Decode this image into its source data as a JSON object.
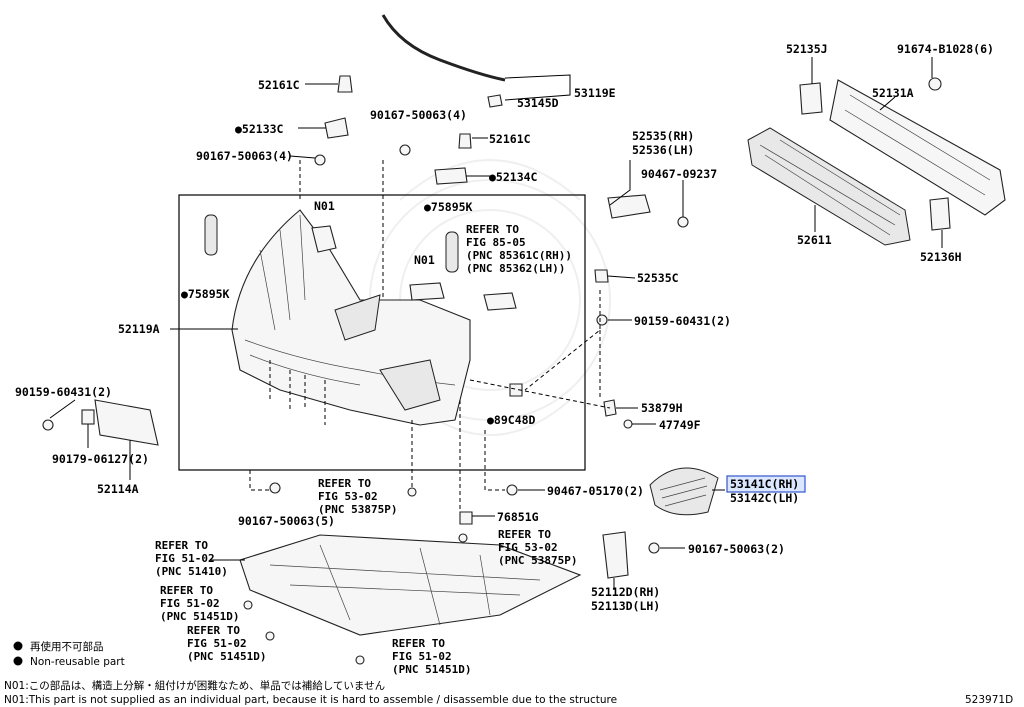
{
  "labels": {
    "p52161c_top": "52161C",
    "p52133c": "●52133C",
    "p90167_50063_4a": "90167-50063(4)",
    "p90167_50063_4b": "90167-50063(4)",
    "p53119e": "53119E",
    "p53145d": "53145D",
    "p52161c_mid": "52161C",
    "p52134c": "●52134C",
    "p52535_rh": "52535(RH)",
    "p52536_lh": "52536(LH)",
    "p90467_09237": "90467-09237",
    "p52135j": "52135J",
    "p91674": "91674-B1028(6)",
    "p52131a": "52131A",
    "p52611": "52611",
    "p52136h": "52136H",
    "p52535c": "52535C",
    "p90159_60431_2_right": "90159-60431(2)",
    "p53879h": "53879H",
    "p47749f": "47749F",
    "p89c48d": "●89C48D",
    "p52119a": "52119A",
    "p75895k_left": "●75895K",
    "p75895k_top": "●75895K",
    "n01_a": "N01",
    "n01_b": "N01",
    "p90159_60431_2_left": "90159-60431(2)",
    "p90179_06127": "90179-06127(2)",
    "p52114a": "52114A",
    "p90167_50063_5": "90167-50063(5)",
    "p90467_05170": "90467-05170(2)",
    "p53141c": "53141C(RH)",
    "p53142c": "53142C(LH)",
    "p76851g": "76851G",
    "p90167_50063_2": "90167-50063(2)",
    "p52112d": "52112D(RH)",
    "p52113d": "52113D(LH)"
  },
  "refs": {
    "fig85": [
      "REFER TO",
      "FIG 85-05",
      "(PNC 85361C(RH))",
      "(PNC 85362(LH))"
    ],
    "fig53_a": [
      "REFER TO",
      "FIG 53-02",
      "(PNC 53875P)"
    ],
    "fig53_b": [
      "REFER TO",
      "FIG 53-02",
      "(PNC 53875P)"
    ],
    "fig51_a": [
      "REFER TO",
      "FIG 51-02",
      "(PNC 51410)"
    ],
    "fig51_b": [
      "REFER TO",
      "FIG 51-02",
      "(PNC 51451D)"
    ],
    "fig51_c": [
      "REFER TO",
      "FIG 51-02",
      "(PNC 51451D)"
    ],
    "fig51_d": [
      "REFER TO",
      "FIG 51-02",
      "(PNC 51451D)"
    ]
  },
  "legend": {
    "jp": "再使用不可部品",
    "en": "Non-reusable part"
  },
  "notes": {
    "n01_jp": "N01:この部品は、構造上分解・組付けが困難なため、単品では補給していません",
    "n01_en": "N01:This part is not supplied as an individual part, because it is hard to assemble / disassemble due to the structure"
  },
  "diagram_id": "523971D",
  "highlight_color": "#dbe6ff"
}
